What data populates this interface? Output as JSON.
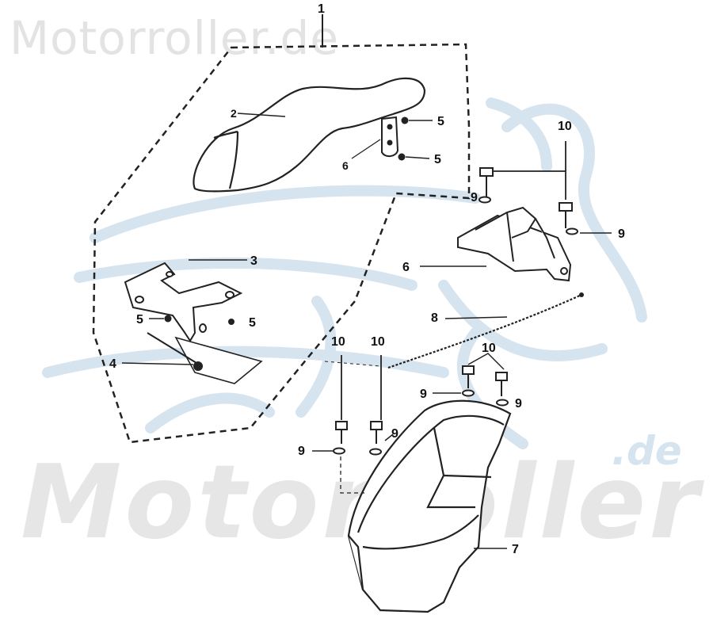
{
  "watermark": {
    "top_text": "Motorroller.de",
    "big_text": "Motorroller",
    "suffix_text": ".de",
    "logo_icon": "scooter-rider-watermark-icon",
    "colors": {
      "text": "#e3e3e3",
      "logo": "#d6e4ef"
    }
  },
  "callouts": {
    "assembly": "1",
    "seat": "2",
    "bracket": "3",
    "bolt_long": "4",
    "nut_top_1": "5",
    "nut_top_2": "5",
    "hinge_plate": "6",
    "nut_bracket_left": "5",
    "nut_bracket_right": "5",
    "lock": "6",
    "cable": "8",
    "helmet_box": "7",
    "bolt_lock": "10",
    "washer_lock_left": "9",
    "washer_lock_right": "9",
    "bolt_box_left": "10",
    "bolt_box_mid": "10",
    "bolt_box_right": "10",
    "washer_box_left": "9",
    "washer_box_mid": "9",
    "washer_box_r1": "9",
    "washer_box_r2": "9"
  }
}
